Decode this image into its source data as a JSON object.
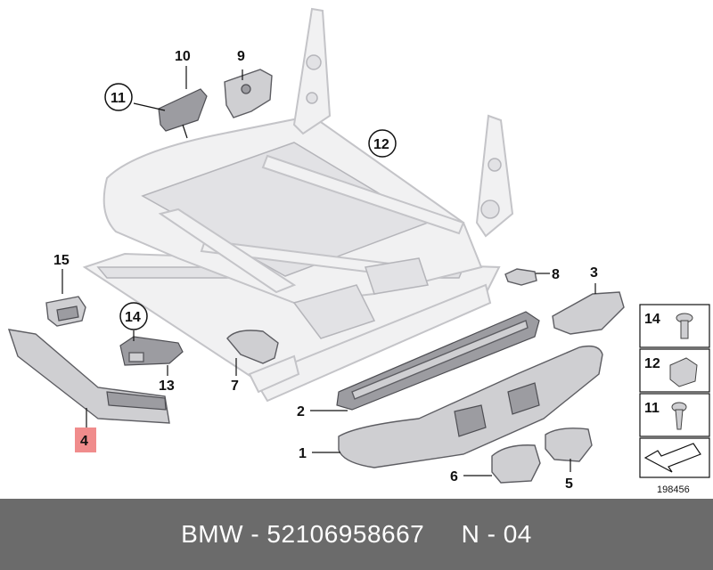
{
  "callouts": {
    "c1": "1",
    "c2": "2",
    "c3": "3",
    "c4": "4",
    "c5": "5",
    "c6": "6",
    "c7": "7",
    "c8": "8",
    "c9": "9",
    "c10": "10",
    "c11": "11",
    "c12": "12",
    "c13": "13",
    "c14": "14",
    "c15": "15"
  },
  "legend": {
    "item1": "14",
    "item2": "12",
    "item3": "11",
    "id": "198456"
  },
  "footer": {
    "text": "BMW - 52106958667     N - 04"
  },
  "colors": {
    "highlight": "#f08c8c",
    "footer_bg": "#6b6b6b"
  }
}
